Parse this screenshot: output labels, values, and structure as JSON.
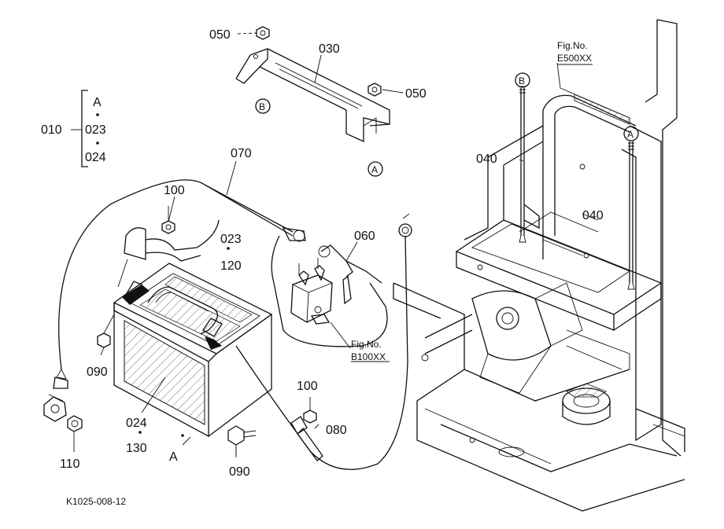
{
  "diagram": {
    "footer_code": "K1025-008-12",
    "group": {
      "number": "010",
      "variants": [
        "A",
        "023",
        "024"
      ]
    },
    "callouts": {
      "p050a": "050",
      "p050b": "050",
      "p030": "030",
      "p070": "070",
      "p100a": "100",
      "p023": "023",
      "p120": "120",
      "p060": "060",
      "p040a": "040",
      "p040b": "040",
      "p090a": "090",
      "p024": "024",
      "p130": "130",
      "pA": "A",
      "p100b": "100",
      "p080": "080",
      "p090b": "090",
      "p110": "110"
    },
    "circled": {
      "B_bracket": "B",
      "A_bracket": "A",
      "B_frame": "B",
      "A_frame": "A"
    },
    "figrefs": {
      "frame_fig": "Fig.No.",
      "frame_no": "E500XX",
      "switch_fig": "Fig.No.",
      "switch_no": "B100XX"
    }
  }
}
